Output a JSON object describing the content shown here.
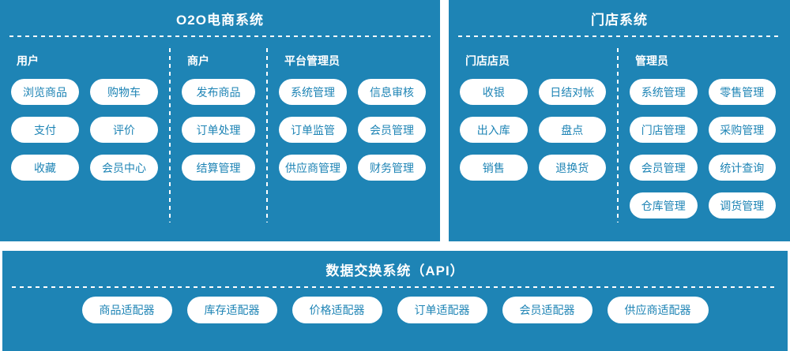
{
  "colors": {
    "panel_bg": "#1e84b5",
    "pill_bg": "#ffffff",
    "pill_text": "#1e84b5",
    "title_text": "#ffffff",
    "divider": "#ffffff"
  },
  "panels": {
    "o2o": {
      "title": "O2O电商系统",
      "groups": [
        {
          "id": "user",
          "label": "用户",
          "cols": 2,
          "items": [
            "浏览商品",
            "购物车",
            "支付",
            "评价",
            "收藏",
            "会员中心"
          ]
        },
        {
          "id": "merchant",
          "label": "商户",
          "cols": 1,
          "items": [
            "发布商品",
            "订单处理",
            "结算管理"
          ]
        },
        {
          "id": "platform-admin",
          "label": "平台管理员",
          "cols": 2,
          "items": [
            "系统管理",
            "信息审核",
            "订单监管",
            "会员管理",
            "供应商管理",
            "财务管理"
          ]
        }
      ]
    },
    "store": {
      "title": "门店系统",
      "groups": [
        {
          "id": "store-clerk",
          "label": "门店店员",
          "cols": 2,
          "items": [
            "收银",
            "日结对帐",
            "出入库",
            "盘点",
            "销售",
            "退换货"
          ]
        },
        {
          "id": "store-admin",
          "label": "管理员",
          "cols": 2,
          "items": [
            "系统管理",
            "零售管理",
            "门店管理",
            "采购管理",
            "会员管理",
            "统计查询",
            "仓库管理",
            "调货管理"
          ]
        }
      ]
    },
    "api": {
      "title": "数据交换系统（API）",
      "items": [
        "商品适配器",
        "库存适配器",
        "价格适配器",
        "订单适配器",
        "会员适配器",
        "供应商适配器"
      ]
    }
  }
}
